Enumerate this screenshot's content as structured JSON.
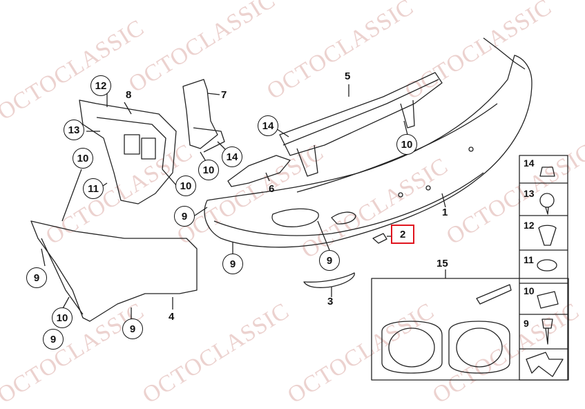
{
  "watermark": "OCTOCLASSIC",
  "callouts": {
    "c12": "12",
    "c8": "8",
    "c13": "13",
    "c10a": "10",
    "c11": "11",
    "c10b": "10",
    "c7": "7",
    "c10c": "10",
    "c14a": "14",
    "c14b": "14",
    "c5": "5",
    "c10d": "10",
    "c6": "6",
    "c1": "1",
    "c2": "2",
    "c9a": "9",
    "c9b": "9",
    "c9c": "9",
    "c9d": "9",
    "c9e": "9",
    "c10e": "10",
    "c9f": "9",
    "c4": "4",
    "c3": "3",
    "c15": "15"
  },
  "sidebar": [
    "14",
    "13",
    "12",
    "11",
    "10",
    "9"
  ],
  "highlight_part": "2"
}
